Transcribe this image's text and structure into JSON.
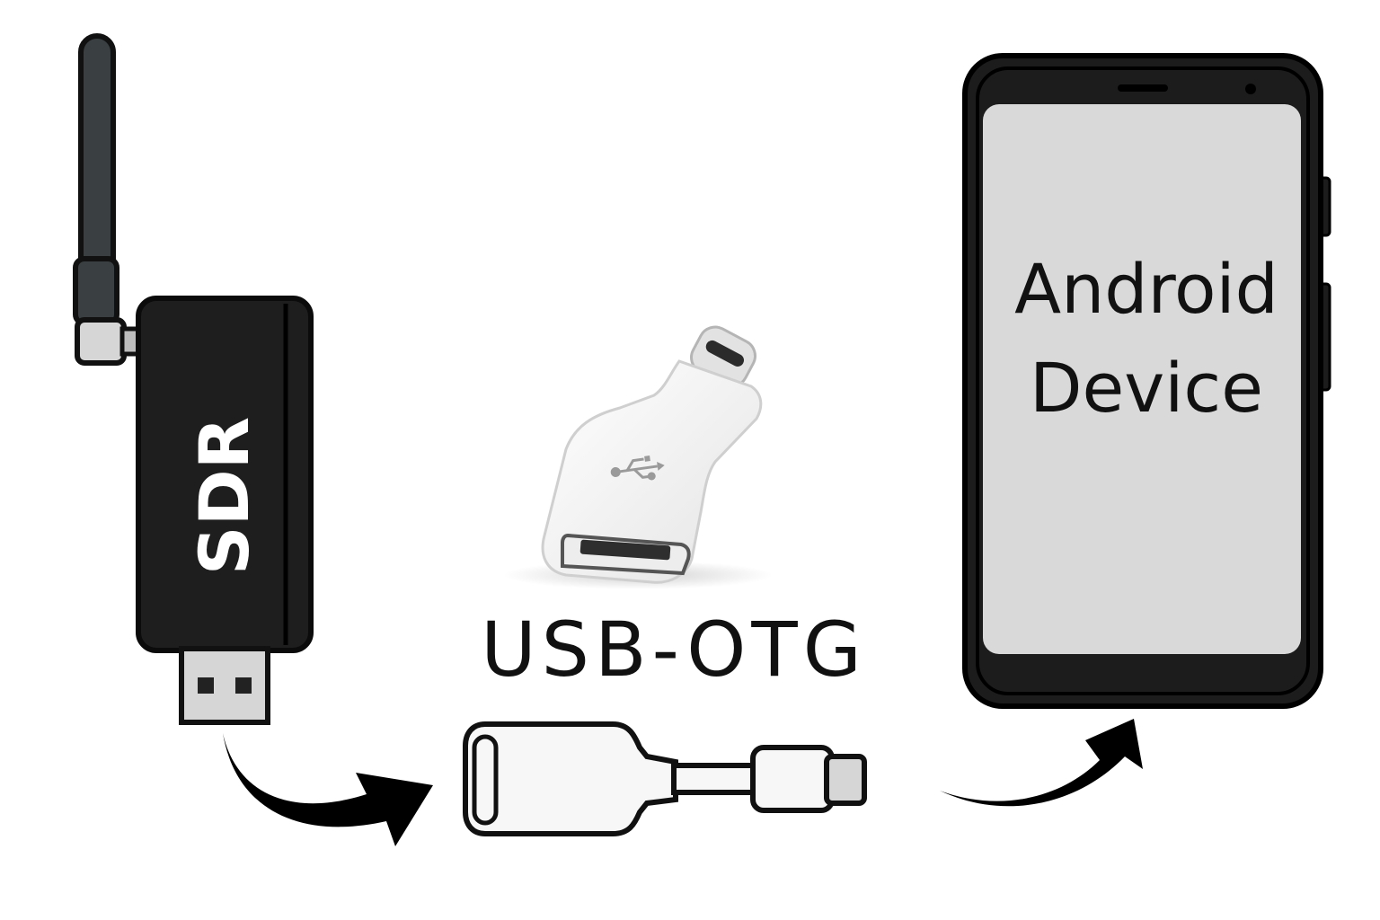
{
  "devices": {
    "sdr": {
      "label": "SDR"
    },
    "adapter": {
      "label": "USB-OTG"
    },
    "phone": {
      "label_line1": "Android",
      "label_line2": "Device"
    }
  },
  "colors": {
    "dongle_body": "#1e1e1e",
    "antenna": "#3a3f41",
    "connector_metal": "#d6d6d6",
    "phone_frame": "#1c1c1c",
    "phone_screen": "#d9d9d9",
    "adapter_white": "#f7f7f7",
    "arrow": "#000000"
  },
  "icons": [
    "usb-trident-icon",
    "flow-arrow-icon"
  ]
}
